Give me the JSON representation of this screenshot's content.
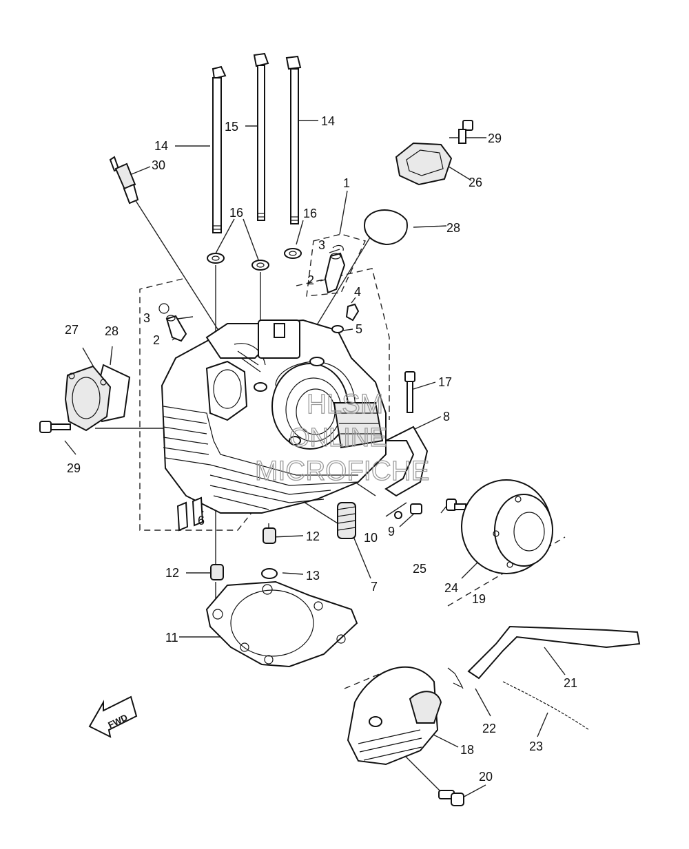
{
  "diagram": {
    "callouts": [
      {
        "id": "c1",
        "text": "1"
      },
      {
        "id": "c2a",
        "text": "2"
      },
      {
        "id": "c2b",
        "text": "2"
      },
      {
        "id": "c3a",
        "text": "3"
      },
      {
        "id": "c3b",
        "text": "3"
      },
      {
        "id": "c4",
        "text": "4"
      },
      {
        "id": "c5",
        "text": "5"
      },
      {
        "id": "c6",
        "text": "6"
      },
      {
        "id": "c7",
        "text": "7"
      },
      {
        "id": "c8",
        "text": "8"
      },
      {
        "id": "c9",
        "text": "9"
      },
      {
        "id": "c10",
        "text": "10"
      },
      {
        "id": "c11",
        "text": "11"
      },
      {
        "id": "c12a",
        "text": "12"
      },
      {
        "id": "c12b",
        "text": "12"
      },
      {
        "id": "c13",
        "text": "13"
      },
      {
        "id": "c14a",
        "text": "14"
      },
      {
        "id": "c14b",
        "text": "14"
      },
      {
        "id": "c15",
        "text": "15"
      },
      {
        "id": "c16a",
        "text": "16"
      },
      {
        "id": "c16b",
        "text": "16"
      },
      {
        "id": "c17",
        "text": "17"
      },
      {
        "id": "c18",
        "text": "18"
      },
      {
        "id": "c19",
        "text": "19"
      },
      {
        "id": "c20",
        "text": "20"
      },
      {
        "id": "c21",
        "text": "21"
      },
      {
        "id": "c22",
        "text": "22"
      },
      {
        "id": "c23",
        "text": "23"
      },
      {
        "id": "c24",
        "text": "24"
      },
      {
        "id": "c25",
        "text": "25"
      },
      {
        "id": "c26",
        "text": "26"
      },
      {
        "id": "c27",
        "text": "27"
      },
      {
        "id": "c28a",
        "text": "28"
      },
      {
        "id": "c28b",
        "text": "28"
      },
      {
        "id": "c29a",
        "text": "29"
      },
      {
        "id": "c29b",
        "text": "29"
      },
      {
        "id": "c30",
        "text": "30"
      }
    ],
    "fwd_label": "FWD",
    "watermark": [
      "HLSM",
      "ONLINE",
      "MICROFICHE"
    ]
  }
}
